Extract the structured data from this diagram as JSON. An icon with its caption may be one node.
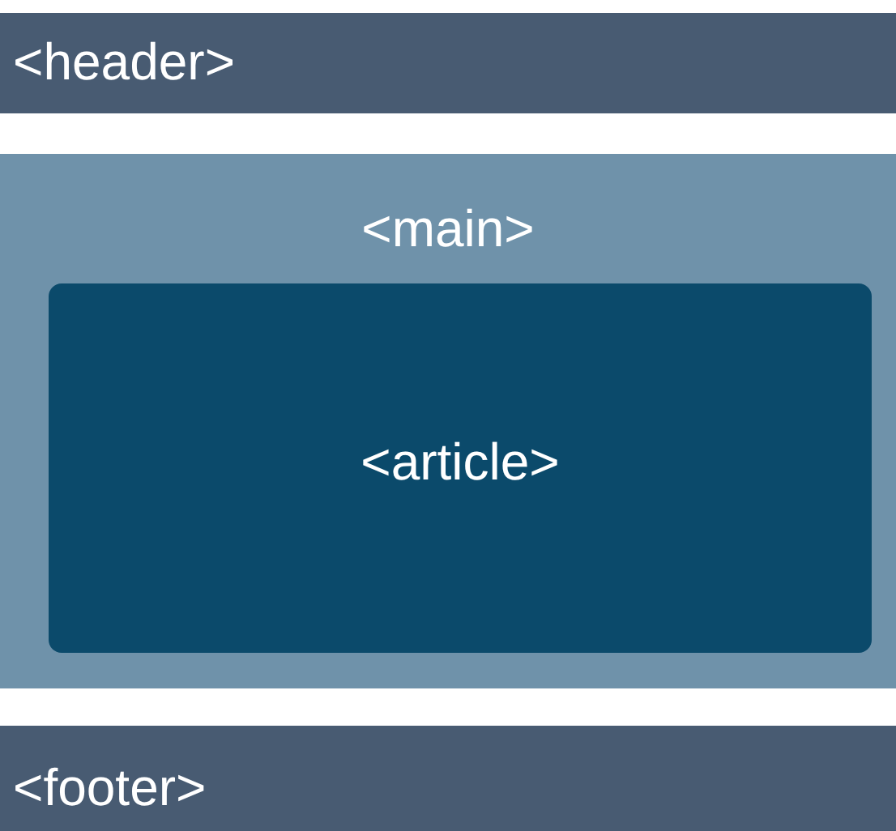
{
  "diagram": {
    "nodes": [
      {
        "text": [
          "<header>"
        ]
      },
      {
        "text": [
          "<main>"
        ]
      },
      {
        "text": [
          "<article>"
        ],
        "in": 1
      },
      {
        "text": [
          "<footer>"
        ]
      }
    ]
  }
}
